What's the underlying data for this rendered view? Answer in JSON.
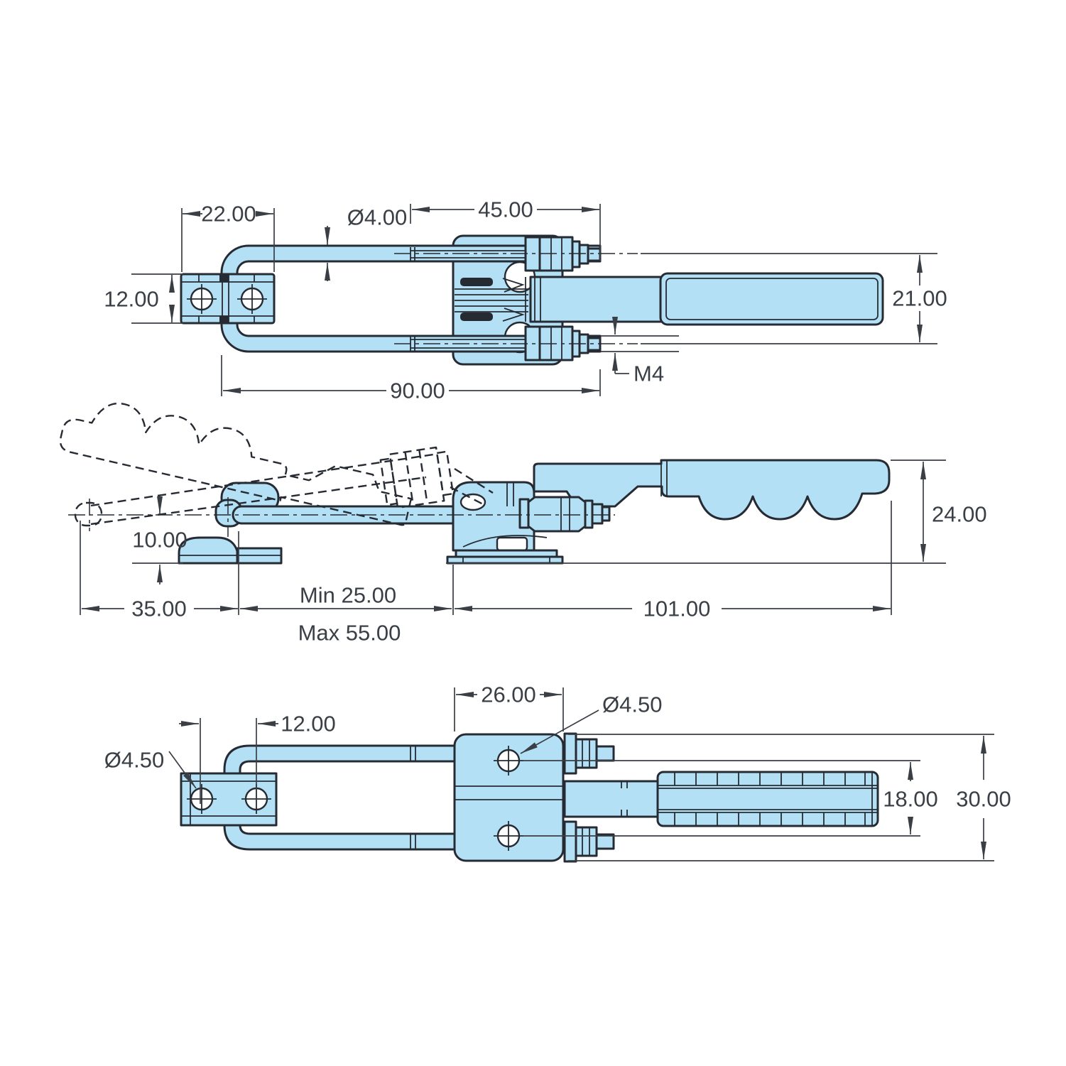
{
  "title": "Latch toggle clamp dimensional drawing",
  "colors": {
    "background": "#ffffff",
    "part_fill": "#b4e0f6",
    "outline": "#262b33",
    "dim": "#3a3f46"
  },
  "views": {
    "top": {
      "dims": {
        "bracket_width": "22.00",
        "rod_diameter": "Ø4.00",
        "stud_length": "45.00",
        "bracket_height": "12.00",
        "leg_center_distance": "21.00",
        "u_bolt_length": "90.00",
        "thread_size": "M4"
      }
    },
    "side": {
      "dims": {
        "clamp_height": "10.00",
        "latch_offset": "35.00",
        "reach_min": "Min 25.00",
        "reach_max": "Max 55.00",
        "body_length": "101.00",
        "overall_height": "24.00"
      }
    },
    "bottom": {
      "dims": {
        "base_width": "26.00",
        "mount_hole_diameter": "Ø4.50",
        "hole_spacing": "12.00",
        "bracket_hole_diameter": "Ø4.50",
        "handle_width": "18.00",
        "overall_height": "30.00"
      }
    }
  }
}
